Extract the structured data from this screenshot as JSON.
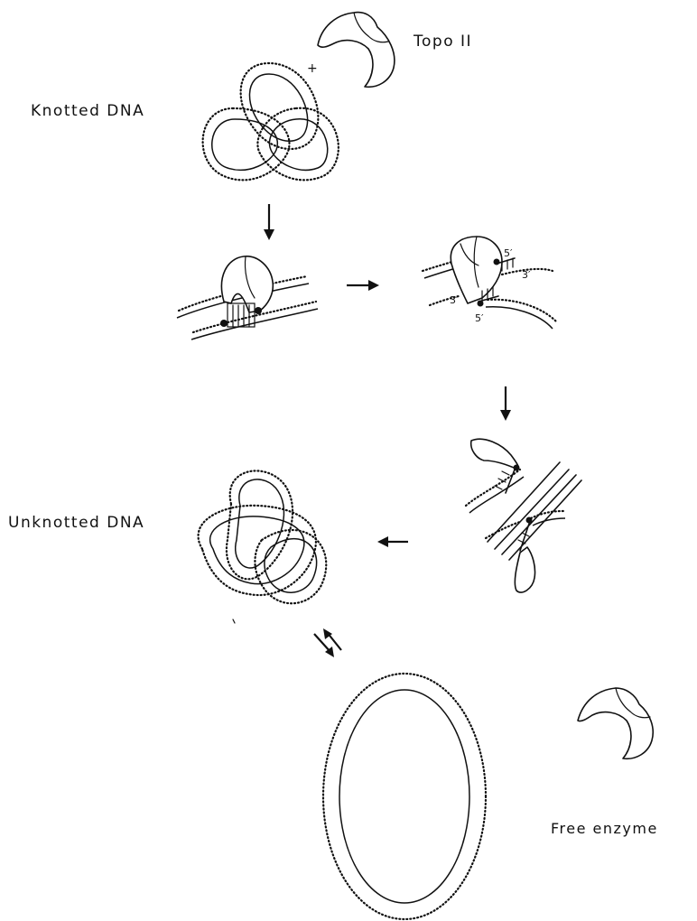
{
  "labels": {
    "topo": "Topo II",
    "knotted": "Knotted DNA",
    "unknotted": "Unknotted DNA",
    "free_enzyme": "Free enzyme",
    "plus": "+"
  },
  "strand_ends": {
    "five_prime": "5′",
    "three_prime": "3′"
  }
}
